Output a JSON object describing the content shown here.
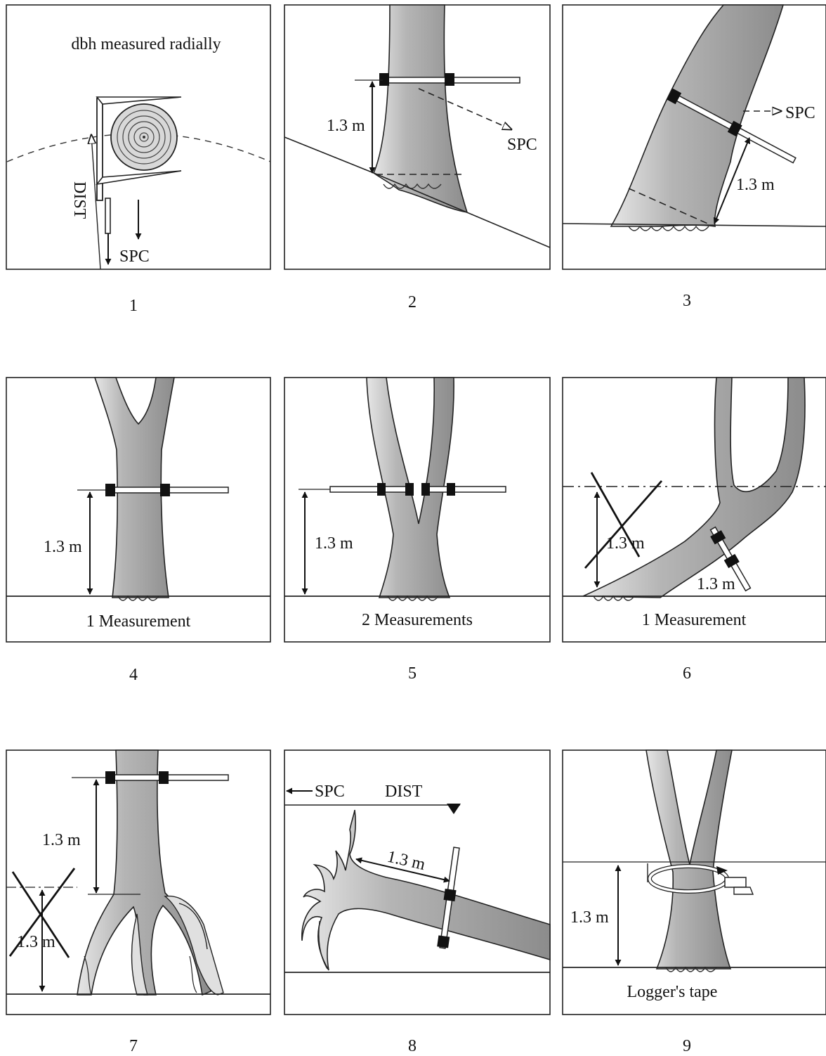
{
  "panels": [
    {
      "number": "1",
      "labels": {
        "title": "dbh measured radially",
        "dist": "DIST",
        "spc": "SPC"
      }
    },
    {
      "number": "2",
      "labels": {
        "height": "1.3 m",
        "spc": "SPC"
      }
    },
    {
      "number": "3",
      "labels": {
        "height": "1.3 m",
        "spc": "SPC"
      }
    },
    {
      "number": "4",
      "labels": {
        "height": "1.3 m",
        "caption": "1 Measurement"
      }
    },
    {
      "number": "5",
      "labels": {
        "height": "1.3 m",
        "caption": "2 Measurements"
      }
    },
    {
      "number": "6",
      "labels": {
        "height_wrong": "1.3 m",
        "height": "1.3 m",
        "caption": "1 Measurement"
      }
    },
    {
      "number": "7",
      "labels": {
        "height": "1.3 m",
        "height_wrong": "1.3 m"
      }
    },
    {
      "number": "8",
      "labels": {
        "spc": "SPC",
        "dist": "DIST",
        "height": "1.3 m"
      }
    },
    {
      "number": "9",
      "labels": {
        "height": "1.3 m",
        "caption": "Logger's tape"
      }
    }
  ]
}
